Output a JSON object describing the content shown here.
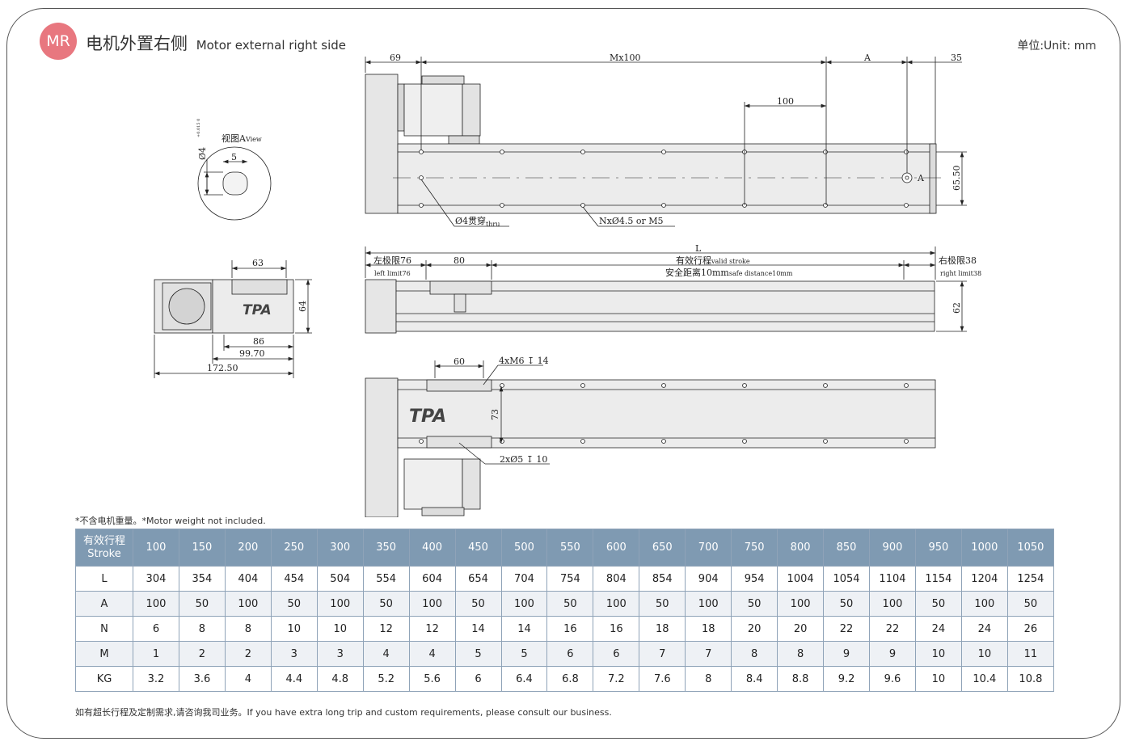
{
  "header": {
    "badge": "MR",
    "title_cn": "电机外置右侧",
    "title_en": "Motor external right side",
    "unit": "单位:Unit: mm"
  },
  "drawing": {
    "top_view": {
      "dim_69": "69",
      "dim_mx100": "Mx100",
      "dim_A": "A",
      "dim_35": "35",
      "dim_100": "100",
      "dim_65_50": "65.50",
      "mark_A": "A",
      "hole_thru": "Ø4贯穿",
      "hole_thru_sub": "thru",
      "hole_n": "NxØ4.5 or M5"
    },
    "view_a": {
      "label": "视图A",
      "label_sub": "View",
      "dia": "Ø4",
      "tol": "+0.015 0",
      "dim_5": "5"
    },
    "end_view": {
      "dim_63": "63",
      "dim_64": "64",
      "dim_86": "86",
      "dim_99_70": "99.70",
      "dim_172_50": "172.50"
    },
    "side_view": {
      "dim_L": "L",
      "left_limit": "左极限76",
      "left_limit_en": "left limit76",
      "dim_80": "80",
      "stroke": "有效行程",
      "stroke_en": "valid stroke",
      "safe": "安全距离10mm",
      "safe_en": "safe distance10mm",
      "right_limit": "右极限38",
      "right_limit_en": "right limit38",
      "dim_62": "62"
    },
    "bottom_view": {
      "dim_60": "60",
      "thread": "4xM6 ↧ 14",
      "dim_73": "73",
      "pin": "2xØ5 ↧ 10"
    },
    "logo_text": "TPA"
  },
  "note": "*不含电机重量。*Motor weight not included.",
  "table": {
    "head_cn": "有效行程",
    "head_en": "Stroke",
    "strokes": [
      "100",
      "150",
      "200",
      "250",
      "300",
      "350",
      "400",
      "450",
      "500",
      "550",
      "600",
      "650",
      "700",
      "750",
      "800",
      "850",
      "900",
      "950",
      "1000",
      "1050"
    ],
    "rows": [
      {
        "label": "L",
        "values": [
          "304",
          "354",
          "404",
          "454",
          "504",
          "554",
          "604",
          "654",
          "704",
          "754",
          "804",
          "854",
          "904",
          "954",
          "1004",
          "1054",
          "1104",
          "1154",
          "1204",
          "1254"
        ]
      },
      {
        "label": "A",
        "values": [
          "100",
          "50",
          "100",
          "50",
          "100",
          "50",
          "100",
          "50",
          "100",
          "50",
          "100",
          "50",
          "100",
          "50",
          "100",
          "50",
          "100",
          "50",
          "100",
          "50"
        ]
      },
      {
        "label": "N",
        "values": [
          "6",
          "8",
          "8",
          "10",
          "10",
          "12",
          "12",
          "14",
          "14",
          "16",
          "16",
          "18",
          "18",
          "20",
          "20",
          "22",
          "22",
          "24",
          "24",
          "26"
        ]
      },
      {
        "label": "M",
        "values": [
          "1",
          "2",
          "2",
          "3",
          "3",
          "4",
          "4",
          "5",
          "5",
          "6",
          "6",
          "7",
          "7",
          "8",
          "8",
          "9",
          "9",
          "10",
          "10",
          "11"
        ]
      },
      {
        "label": "KG",
        "values": [
          "3.2",
          "3.6",
          "4",
          "4.4",
          "4.8",
          "5.2",
          "5.6",
          "6",
          "6.4",
          "6.8",
          "7.2",
          "7.6",
          "8",
          "8.4",
          "8.8",
          "9.2",
          "9.6",
          "10",
          "10.4",
          "10.8"
        ]
      }
    ]
  },
  "footer": "如有超长行程及定制需求,请咨询我司业务。If you have extra long trip and custom requirements, please consult our business."
}
